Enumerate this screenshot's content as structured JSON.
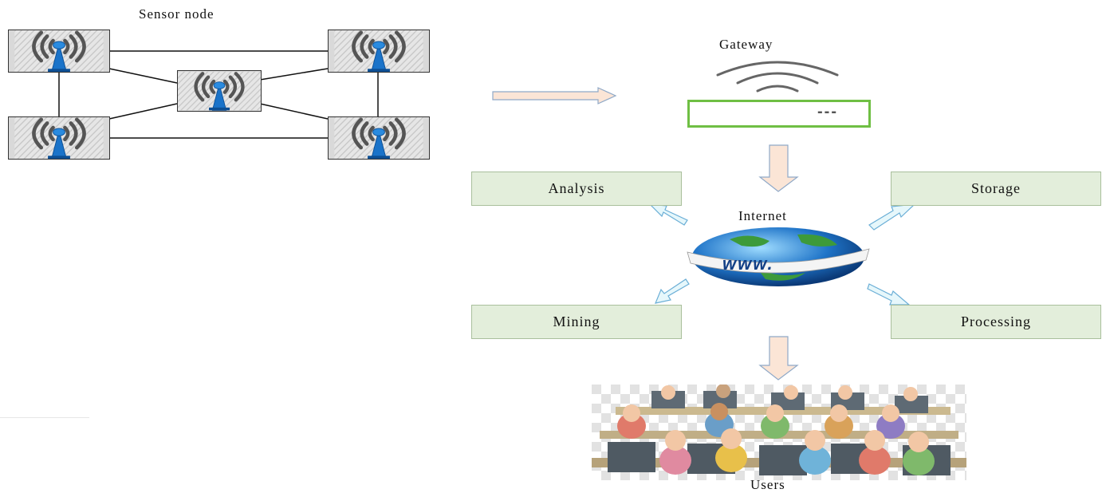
{
  "diagram": {
    "sensor_network_title": "Sensor node",
    "gateway_label": "Gateway",
    "gateway_display": "---",
    "internet_label": "Internet",
    "globe_text": "www.",
    "users_label": "Users",
    "boxes": {
      "analysis": "Analysis",
      "storage": "Storage",
      "mining": "Mining",
      "processing": "Processing"
    },
    "icons": {
      "sensor": "wireless-tower-icon",
      "gateway": "router-icon",
      "internet": "globe-icon",
      "users": "users-at-computers-illustration"
    },
    "colors": {
      "box_fill": "#e3eedb",
      "arrow_fill": "#fbe5d6",
      "light_arrow": "#e6f7fb",
      "gateway_green": "#6fbf44",
      "tower_blue": "#1a73c9"
    }
  }
}
